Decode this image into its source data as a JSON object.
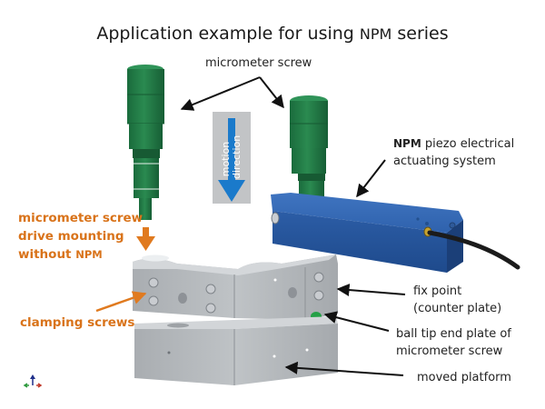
{
  "title": {
    "prefix": "Application example for using",
    "product": "NPM",
    "suffix": "series"
  },
  "labels": {
    "micrometer_screw": "micrometer screw",
    "motion_direction": [
      "motion",
      "direction"
    ],
    "npm_actuator": {
      "product": "NPM",
      "line1_rest": "piezo electrical",
      "line2": "actuating system"
    },
    "drive_mounting": {
      "line1": "micrometer screw",
      "line2": "drive mounting",
      "line3_prefix": "without",
      "line3_product": "NPM"
    },
    "clamping_screws": "clamping screws",
    "fix_point": [
      "fix point",
      "(counter plate)"
    ],
    "ball_tip": [
      "ball tip end plate of",
      "micrometer screw"
    ],
    "moved_platform": "moved platform"
  },
  "colors": {
    "micrometer_green": "#1f7a45",
    "actuator_blue": "#2a5aa8",
    "plate_gray": "#b4b8bc",
    "annotation_orange": "#e07a1f",
    "motion_arrow_blue": "#1a7acb",
    "motion_panel_gray": "#c2c4c6"
  },
  "icons": {
    "axis_triad": "coordinate-axes-icon"
  }
}
